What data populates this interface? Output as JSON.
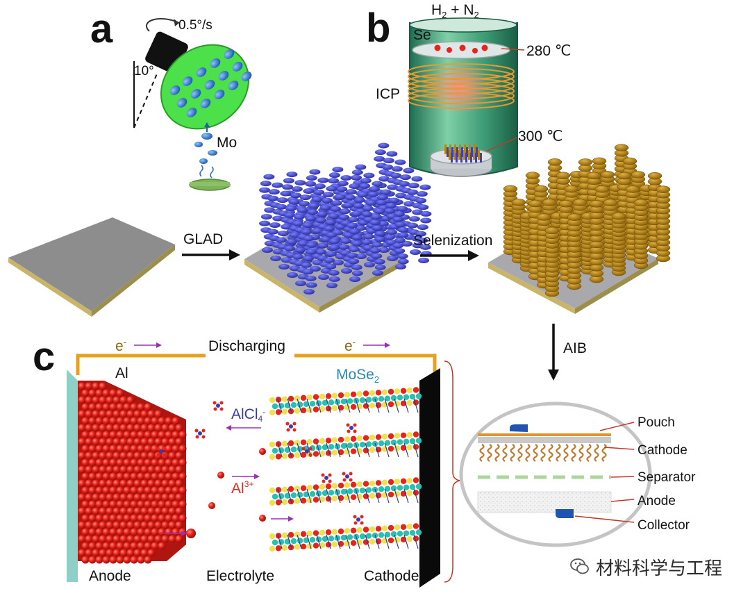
{
  "panels": {
    "a": "a",
    "b": "b",
    "c": "c"
  },
  "panel_a": {
    "rate": "0.5°/s",
    "angle": "10°",
    "target": "Mo"
  },
  "panel_b": {
    "gas_main": "H",
    "gas_sub1": "2",
    "gas_plus": " + N",
    "gas_sub2": "2",
    "source": "Se",
    "temp_top": "280 ℃",
    "plasma": "ICP",
    "temp_bottom": "300 ℃"
  },
  "process": {
    "step1": "GLAD",
    "step2": "Selenization",
    "step3": "AIB"
  },
  "panel_c": {
    "electron": "e",
    "electron_sup": "-",
    "discharging": "Discharging",
    "anode_material": "Al",
    "cathode_material": "MoSe",
    "cathode_sub": "2",
    "ion1": "AlCl",
    "ion1_sub": "4",
    "ion1_sup": "-",
    "ion2": "Al",
    "ion2_sup": "3+",
    "anode_label": "Anode",
    "electrolyte_label": "Electrolyte",
    "cathode_label": "Cathode"
  },
  "pouch_cell": {
    "labels": [
      "Pouch",
      "Cathode",
      "Separator",
      "Anode",
      "Collector"
    ]
  },
  "watermark": {
    "text": "材料科学与工程"
  },
  "colors": {
    "mo_blue": "#3b3fc4",
    "mose2_brown": "#b8860b",
    "al_red": "#e8231c",
    "wire_orange": "#e8a020",
    "purple": "#9b30b5",
    "green_disk": "#4ce04a",
    "tube_green": "#2f8f6a"
  }
}
